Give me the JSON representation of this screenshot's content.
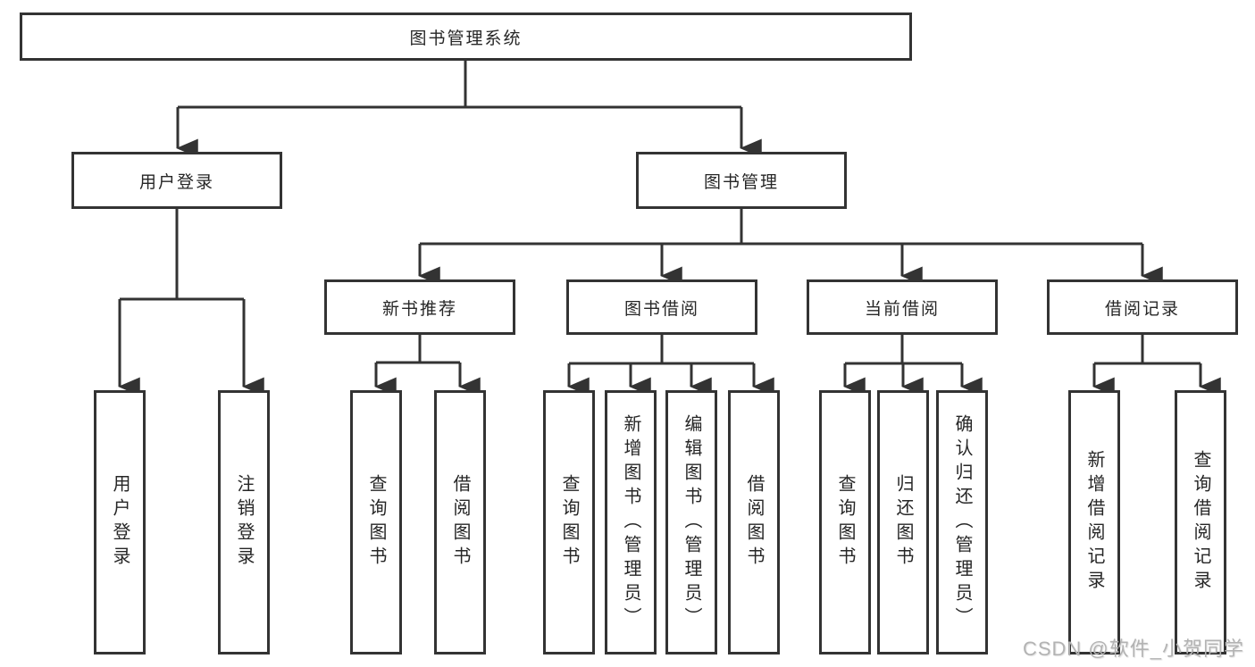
{
  "diagram": {
    "root": {
      "label": "图书管理系统"
    },
    "level2": [
      {
        "label": "用户登录"
      },
      {
        "label": "图书管理"
      }
    ],
    "level3": [
      {
        "label": "新书推荐"
      },
      {
        "label": "图书借阅"
      },
      {
        "label": "当前借阅"
      },
      {
        "label": "借阅记录"
      }
    ],
    "leaves": [
      {
        "label": "用户登录"
      },
      {
        "label": "注销登录"
      },
      {
        "label": "查询图书"
      },
      {
        "label": "借阅图书"
      },
      {
        "label": "查询图书"
      },
      {
        "label": "新增图书（管理员）"
      },
      {
        "label": "编辑图书（管理员）"
      },
      {
        "label": "借阅图书"
      },
      {
        "label": "查询图书"
      },
      {
        "label": "归还图书"
      },
      {
        "label": "确认归还（管理员）"
      },
      {
        "label": "新增借阅记录"
      },
      {
        "label": "查询借阅记录"
      }
    ]
  },
  "watermark": {
    "text": "CSDN @软件_小贺同学"
  },
  "colors": {
    "line": "#333333",
    "box_border": "#333333",
    "box_fill": "#ffffff",
    "text": "#262626",
    "watermark": "#b3b3b3"
  }
}
